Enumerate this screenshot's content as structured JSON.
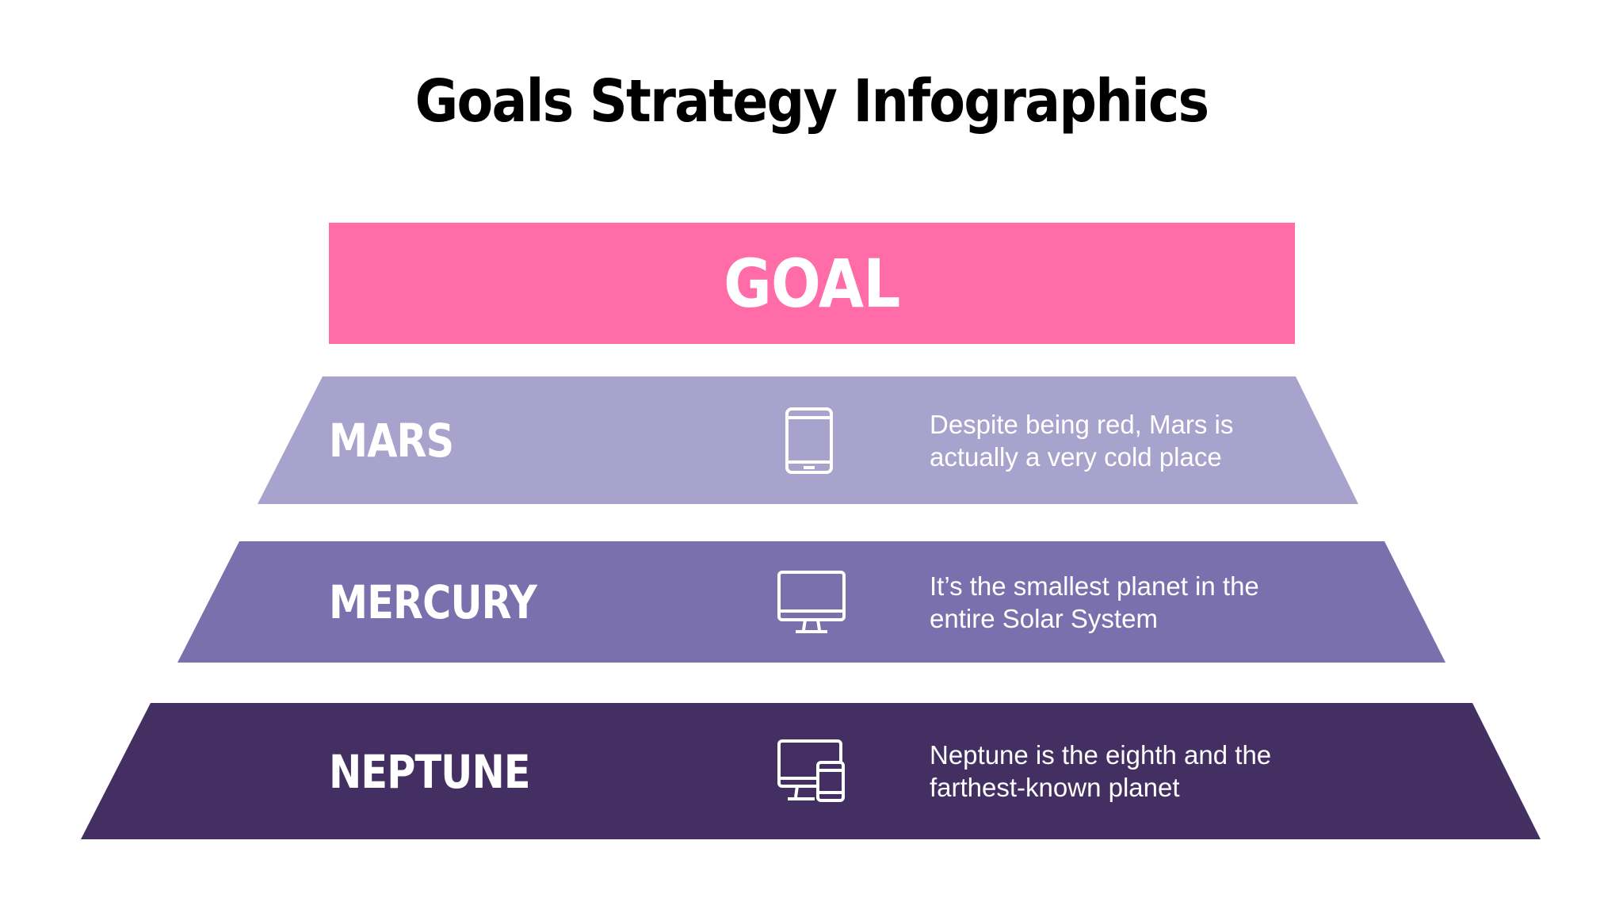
{
  "title": "Goals Strategy Infographics",
  "goal": {
    "label": "GOAL",
    "color": "#ff6ca8"
  },
  "tiers": [
    {
      "name": "MARS",
      "icon": "tablet-icon",
      "description": "Despite being red, Mars is actually a very cold place",
      "color": "#a7a3cc"
    },
    {
      "name": "MERCURY",
      "icon": "monitor-icon",
      "description": "It’s the smallest planet in the entire Solar System",
      "color": "#7970ad"
    },
    {
      "name": "NEPTUNE",
      "icon": "devices-icon",
      "description": "Neptune is the eighth and the farthest-known planet",
      "color": "#442f63"
    }
  ]
}
